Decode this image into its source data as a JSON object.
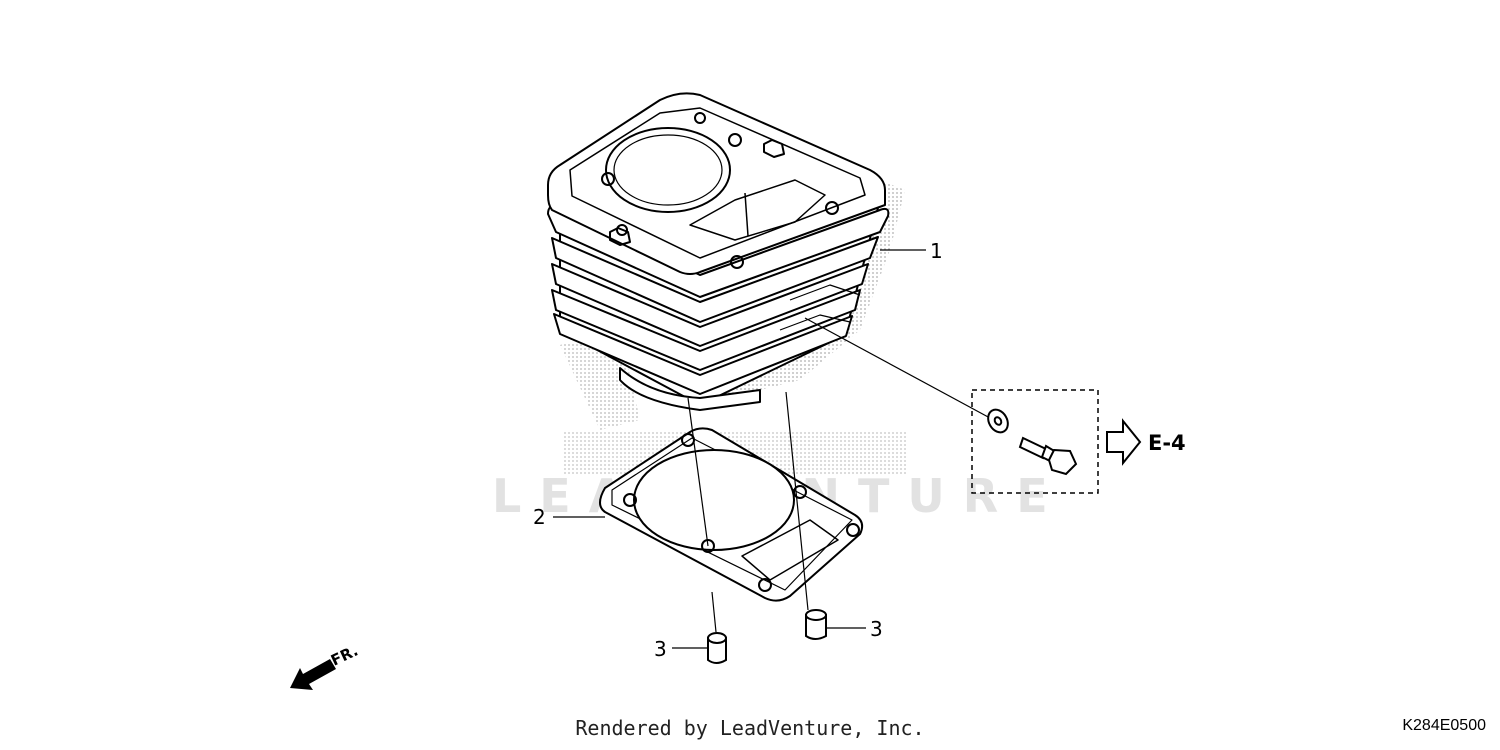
{
  "watermark": {
    "text": "LEADVENTURE"
  },
  "callouts": [
    {
      "id": "1",
      "label": "1"
    },
    {
      "id": "2",
      "label": "2"
    },
    {
      "id": "3a",
      "label": "3"
    },
    {
      "id": "3b",
      "label": "3"
    }
  ],
  "reference": {
    "label": "E-4"
  },
  "direction": {
    "label": "FR."
  },
  "footer": {
    "text": "Rendered by LeadVenture, Inc."
  },
  "diagram_code": "K284E0500"
}
